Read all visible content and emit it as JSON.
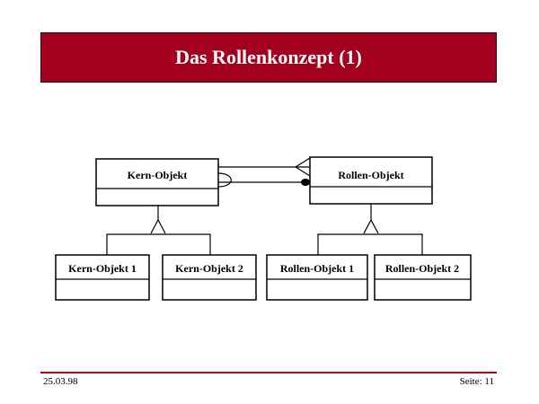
{
  "slide": {
    "title": "Das Rollenkonzept (1)"
  },
  "diagram": {
    "classes": {
      "core": "Kern-Objekt",
      "role": "Rollen-Objekt",
      "core1": "Kern-Objekt 1",
      "core2": "Kern-Objekt 2",
      "role1": "Rollen-Objekt 1",
      "role2": "Rollen-Objekt 2"
    }
  },
  "footer": {
    "date": "25.03.98",
    "page": "Seite: 11"
  },
  "colors": {
    "accent": "#a3001e",
    "line": "#000000"
  }
}
